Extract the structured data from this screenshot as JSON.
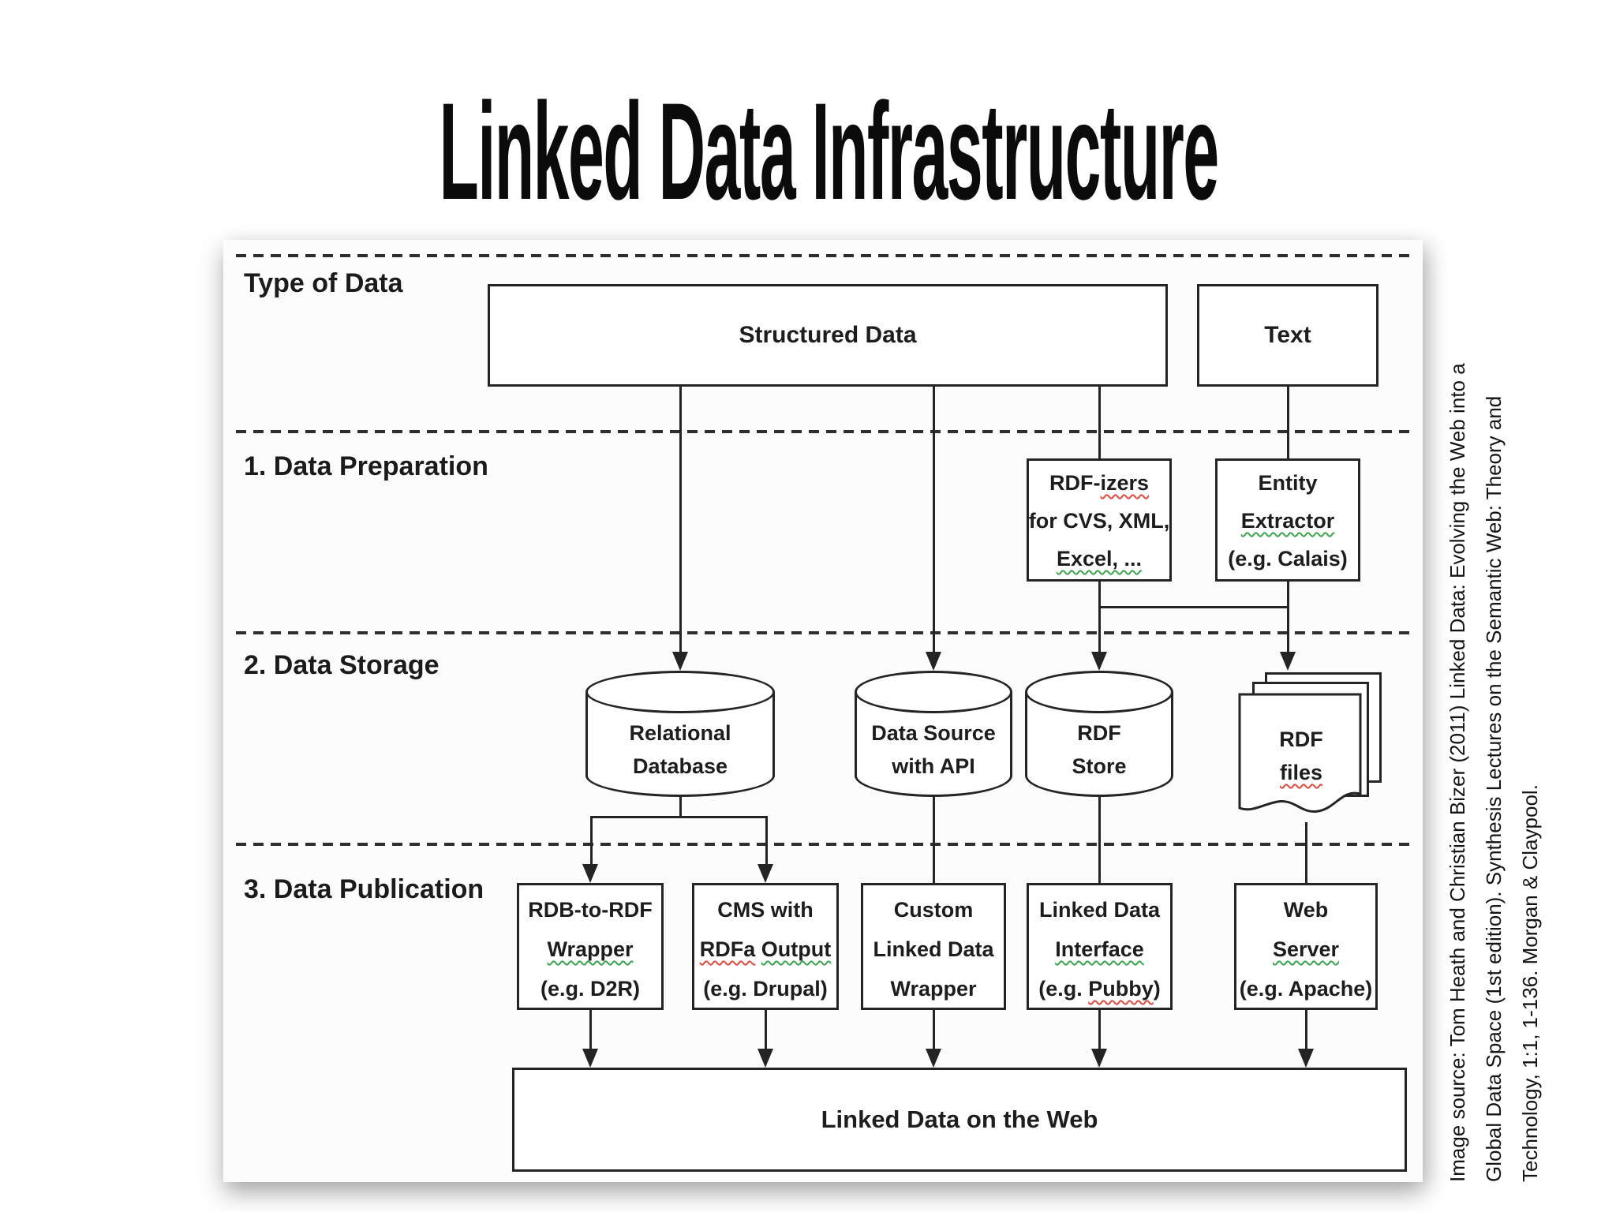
{
  "title": "Linked Data Infrastructure",
  "citation_lines": [
    "Image source: Tom Heath and Christian Bizer (2011) Linked Data: Evolving the Web into a",
    "Global Data Space (1st edition). Synthesis Lectures on the Semantic Web: Theory and",
    "Technology, 1:1, 1-136. Morgan & Claypool."
  ],
  "rows": [
    "Type of Data",
    "1. Data Preparation",
    "2. Data Storage",
    "3. Data Publication"
  ],
  "nodes": {
    "structured_data": {
      "label": "Structured Data"
    },
    "text": {
      "label": "Text"
    },
    "rdfizers": {
      "lines": [
        [
          {
            "t": "RDF-"
          },
          {
            "t": "izers",
            "sq": "red"
          }
        ],
        [
          {
            "t": "for CVS, XML,"
          }
        ],
        [
          {
            "t": "Excel, ...",
            "sq": "green"
          }
        ]
      ]
    },
    "entity_extractor": {
      "lines": [
        [
          {
            "t": "Entity"
          }
        ],
        [
          {
            "t": "Extractor",
            "sq": "green"
          }
        ],
        [
          {
            "t": "(e.g. Calais)"
          }
        ]
      ]
    },
    "relational_db": {
      "lines": [
        [
          {
            "t": "Relational"
          }
        ],
        [
          {
            "t": "Database"
          }
        ]
      ]
    },
    "data_source_api": {
      "lines": [
        [
          {
            "t": "Data Source"
          }
        ],
        [
          {
            "t": "with API"
          }
        ]
      ]
    },
    "rdf_store": {
      "lines": [
        [
          {
            "t": "RDF"
          }
        ],
        [
          {
            "t": "Store"
          }
        ]
      ]
    },
    "rdf_files": {
      "lines": [
        [
          {
            "t": "RDF"
          }
        ],
        [
          {
            "t": "files",
            "sq": "red"
          }
        ]
      ]
    },
    "rdb_to_rdf_wrapper": {
      "lines": [
        [
          {
            "t": "RDB-to-RDF"
          }
        ],
        [
          {
            "t": "Wrapper",
            "sq": "green"
          }
        ],
        [
          {
            "t": "(e.g. D2R)"
          }
        ]
      ]
    },
    "cms_rdfa": {
      "lines": [
        [
          {
            "t": "CMS with"
          }
        ],
        [
          {
            "t": "RDFa",
            "sq": "red"
          },
          {
            "t": " "
          },
          {
            "t": "Output",
            "sq": "green"
          }
        ],
        [
          {
            "t": "(e.g. Drupal)"
          }
        ]
      ]
    },
    "custom_wrapper": {
      "lines": [
        [
          {
            "t": "Custom"
          }
        ],
        [
          {
            "t": "Linked Data"
          }
        ],
        [
          {
            "t": "Wrapper"
          }
        ]
      ]
    },
    "ld_interface": {
      "lines": [
        [
          {
            "t": "Linked Data"
          }
        ],
        [
          {
            "t": "Interface",
            "sq": "green"
          }
        ],
        [
          {
            "t": "(e.g. "
          },
          {
            "t": "Pubby",
            "sq": "red"
          },
          {
            "t": ")"
          }
        ]
      ]
    },
    "web_server": {
      "lines": [
        [
          {
            "t": "Web"
          }
        ],
        [
          {
            "t": "Server",
            "sq": "green"
          }
        ],
        [
          {
            "t": "(e.g. Apache)"
          }
        ]
      ]
    },
    "linked_data_web": {
      "label": "Linked Data on the Web"
    }
  },
  "colors": {
    "ink": "#242424",
    "squiggle_red": "#e04a3f",
    "squiggle_green": "#3aa54d"
  }
}
